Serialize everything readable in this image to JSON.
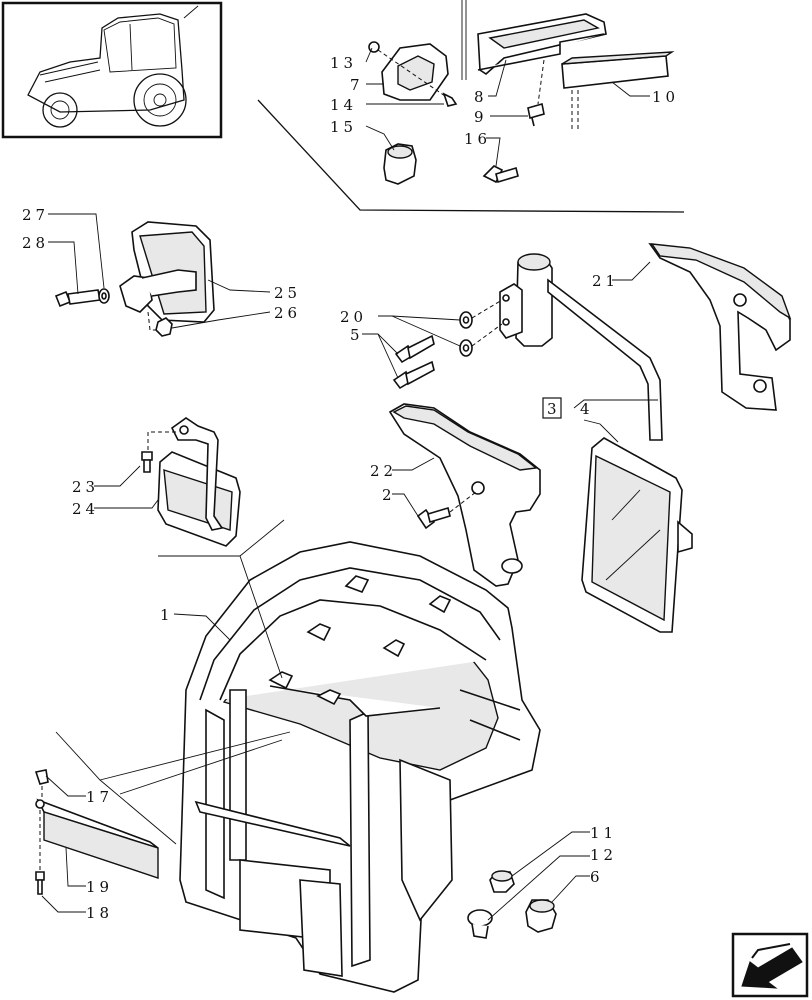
{
  "callouts": {
    "c1": "1",
    "c2": "2",
    "c3": "3",
    "c4": "4",
    "c5": "5",
    "c6": "6",
    "c7": "7",
    "c8": "8",
    "c9": "9",
    "c10": "10",
    "c11": "11",
    "c12": "12",
    "c13": "13",
    "c14": "14",
    "c15": "15",
    "c16": "16",
    "c17": "17",
    "c18": "18",
    "c19": "19",
    "c20": "20",
    "c21": "21",
    "c22": "22",
    "c23": "23",
    "c24": "24",
    "c25": "25",
    "c26": "26",
    "c27": "27",
    "c28": "28"
  },
  "icons": {
    "thumbnail": "tractor-thumbnail-icon",
    "navigation": "back-arrow-icon"
  }
}
